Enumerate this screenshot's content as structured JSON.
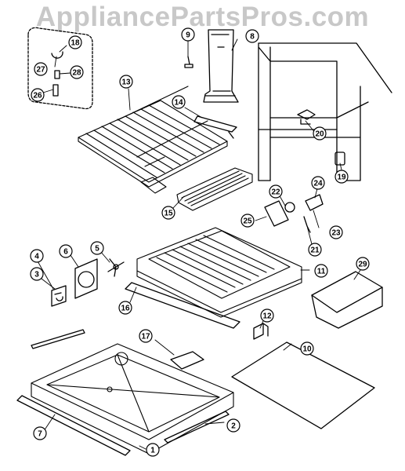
{
  "watermark": "AppliancePartsPros.com",
  "callouts": [
    "1",
    "2",
    "3",
    "4",
    "5",
    "6",
    "7",
    "8",
    "9",
    "10",
    "11",
    "12",
    "13",
    "14",
    "15",
    "16",
    "17",
    "18",
    "19",
    "20",
    "21",
    "22",
    "23",
    "24",
    "25",
    "26",
    "27",
    "28",
    "29"
  ]
}
